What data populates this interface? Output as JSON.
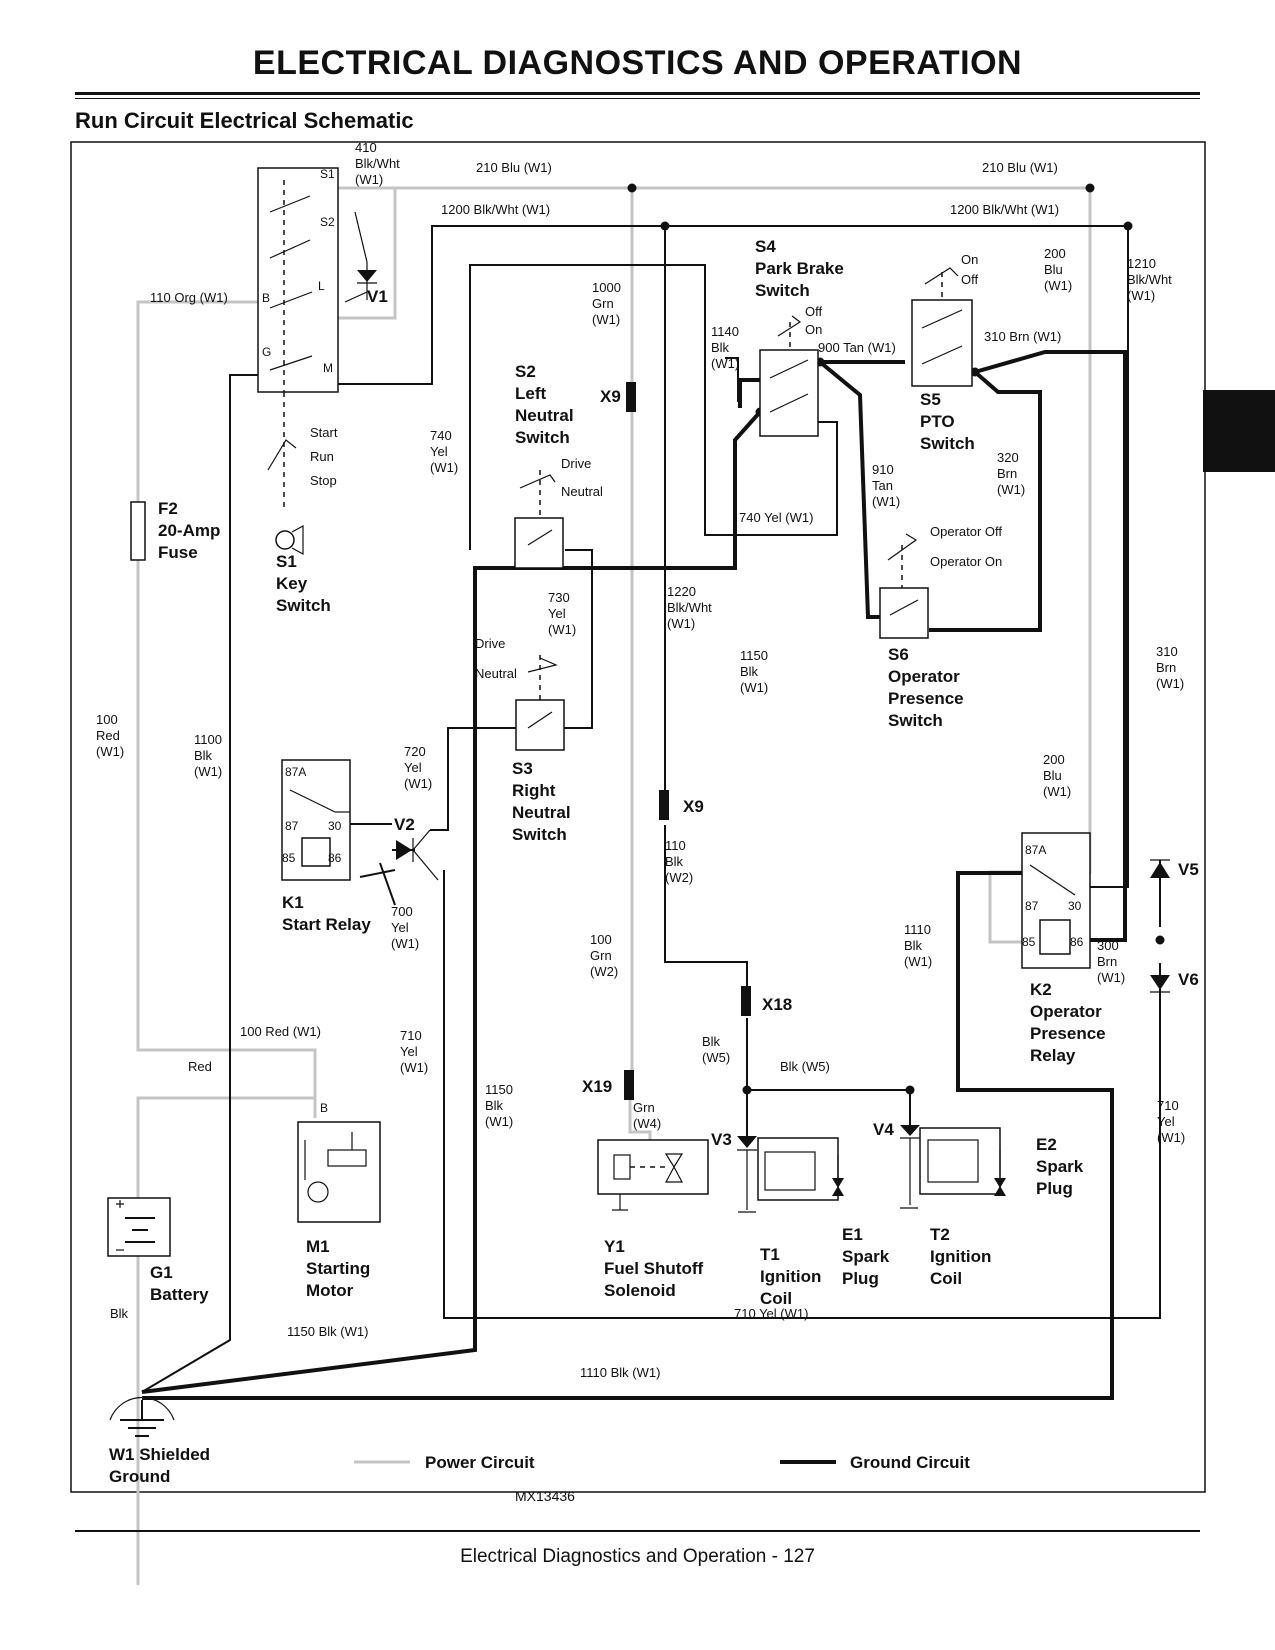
{
  "header": {
    "title": "ELECTRICAL   DIAGNOSTICS AND OPERATION",
    "section": "Run Circuit Electrical Schematic"
  },
  "footer": {
    "figure_id": "MX13436",
    "page": "Electrical   Diagnostics and Operation  - 127"
  },
  "legend": {
    "power": "Power Circuit",
    "ground": "Ground Circuit"
  },
  "components": [
    {
      "ref": "S1",
      "lines": [
        "S1",
        "Key",
        "Switch"
      ]
    },
    {
      "ref": "F2",
      "lines": [
        "F2",
        "20-Amp",
        "Fuse"
      ]
    },
    {
      "ref": "V1",
      "lines": [
        "V1"
      ]
    },
    {
      "ref": "S2",
      "lines": [
        "S2",
        "Left",
        "Neutral",
        "Switch"
      ]
    },
    {
      "ref": "S3",
      "lines": [
        "S3",
        "Right",
        "Neutral",
        "Switch"
      ]
    },
    {
      "ref": "S4",
      "lines": [
        "S4",
        "Park Brake",
        "Switch"
      ]
    },
    {
      "ref": "S5",
      "lines": [
        "S5",
        "PTO",
        "Switch"
      ]
    },
    {
      "ref": "S6",
      "lines": [
        "S6",
        "Operator",
        "Presence",
        "Switch"
      ]
    },
    {
      "ref": "K1",
      "lines": [
        "K1",
        "Start Relay"
      ]
    },
    {
      "ref": "V2",
      "lines": [
        "V2"
      ]
    },
    {
      "ref": "K2",
      "lines": [
        "K2",
        "Operator",
        "Presence",
        "Relay"
      ]
    },
    {
      "ref": "V5",
      "lines": [
        "V5"
      ]
    },
    {
      "ref": "V6",
      "lines": [
        "V6"
      ]
    },
    {
      "ref": "G1",
      "lines": [
        "G1",
        "Battery"
      ]
    },
    {
      "ref": "M1",
      "lines": [
        "M1",
        "Starting",
        "Motor"
      ]
    },
    {
      "ref": "Y1",
      "lines": [
        "Y1",
        "Fuel Shutoff",
        "Solenoid"
      ]
    },
    {
      "ref": "V3",
      "lines": [
        "V3"
      ]
    },
    {
      "ref": "T1",
      "lines": [
        "T1",
        "Ignition",
        "Coil"
      ]
    },
    {
      "ref": "E1",
      "lines": [
        "E1",
        "Spark",
        "Plug"
      ]
    },
    {
      "ref": "V4",
      "lines": [
        "V4"
      ]
    },
    {
      "ref": "T2",
      "lines": [
        "T2",
        "Ignition",
        "Coil"
      ]
    },
    {
      "ref": "E2",
      "lines": [
        "E2",
        "Spark",
        "Plug"
      ]
    },
    {
      "ref": "W1",
      "lines": [
        "W1 Shielded",
        "Ground"
      ]
    },
    {
      "ref": "X9a",
      "lines": [
        "X9"
      ]
    },
    {
      "ref": "X9b",
      "lines": [
        "X9"
      ]
    },
    {
      "ref": "X18",
      "lines": [
        "X18"
      ]
    },
    {
      "ref": "X19",
      "lines": [
        "X19"
      ]
    }
  ],
  "switch_states": {
    "key": [
      "Start",
      "Run",
      "Stop"
    ],
    "left_neutral": [
      "Drive",
      "Neutral"
    ],
    "right_neutral": [
      "Drive",
      "Neutral"
    ],
    "park_brake": [
      "Off",
      "On"
    ],
    "pto": [
      "On",
      "Off"
    ],
    "operator": [
      "Operator Off",
      "Operator On"
    ]
  },
  "terminals": {
    "key": [
      "S1",
      "S2",
      "B",
      "L",
      "G",
      "M"
    ],
    "k1": [
      "87A",
      "87",
      "30",
      "85",
      "86"
    ],
    "k2": [
      "87A",
      "87",
      "30",
      "85",
      "86"
    ],
    "motor": [
      "B"
    ]
  },
  "wires": [
    {
      "id": "w410",
      "lines": [
        "410",
        "Blk/Wht",
        "(W1)"
      ]
    },
    {
      "id": "w210a",
      "lines": [
        "210 Blu (W1)"
      ]
    },
    {
      "id": "w210b",
      "lines": [
        "210 Blu (W1)"
      ]
    },
    {
      "id": "w1200a",
      "lines": [
        "1200 Blk/Wht (W1)"
      ]
    },
    {
      "id": "w1200b",
      "lines": [
        "1200 Blk/Wht (W1)"
      ]
    },
    {
      "id": "w110",
      "lines": [
        "110 Org (W1)"
      ]
    },
    {
      "id": "w1000",
      "lines": [
        "1000",
        "Grn",
        "(W1)"
      ]
    },
    {
      "id": "w200a",
      "lines": [
        "200",
        "Blu",
        "(W1)"
      ]
    },
    {
      "id": "w1210",
      "lines": [
        "1210",
        "Blk/Wht",
        "(W1)"
      ]
    },
    {
      "id": "w1140",
      "lines": [
        "1140",
        "Blk",
        "(W1)"
      ]
    },
    {
      "id": "w900",
      "lines": [
        "900 Tan (W1)"
      ]
    },
    {
      "id": "w310a",
      "lines": [
        "310 Brn (W1)"
      ]
    },
    {
      "id": "w740a",
      "lines": [
        "740",
        "Yel",
        "(W1)"
      ]
    },
    {
      "id": "w740b",
      "lines": [
        "740 Yel (W1)"
      ]
    },
    {
      "id": "w910",
      "lines": [
        "910",
        "Tan",
        "(W1)"
      ]
    },
    {
      "id": "w320",
      "lines": [
        "320",
        "Brn",
        "(W1)"
      ]
    },
    {
      "id": "w730",
      "lines": [
        "730",
        "Yel",
        "(W1)"
      ]
    },
    {
      "id": "w1220",
      "lines": [
        "1220",
        "Blk/Wht",
        "(W1)"
      ]
    },
    {
      "id": "w1150a",
      "lines": [
        "1150",
        "Blk",
        "(W1)"
      ]
    },
    {
      "id": "w310b",
      "lines": [
        "310",
        "Brn",
        "(W1)"
      ]
    },
    {
      "id": "w100a",
      "lines": [
        "100",
        "Red",
        "(W1)"
      ]
    },
    {
      "id": "w1100",
      "lines": [
        "1100",
        "Blk",
        "(W1)"
      ]
    },
    {
      "id": "w720",
      "lines": [
        "720",
        "Yel",
        "(W1)"
      ]
    },
    {
      "id": "w200b",
      "lines": [
        "200",
        "Blu",
        "(W1)"
      ]
    },
    {
      "id": "w110b",
      "lines": [
        "110",
        "Blk",
        "(W2)"
      ]
    },
    {
      "id": "w700",
      "lines": [
        "700",
        "Yel",
        "(W1)"
      ]
    },
    {
      "id": "w1110a",
      "lines": [
        "1110",
        "Blk",
        "(W1)"
      ]
    },
    {
      "id": "w300",
      "lines": [
        "300",
        "Brn",
        "(W1)"
      ]
    },
    {
      "id": "w100b",
      "lines": [
        "100",
        "Grn",
        "(W2)"
      ]
    },
    {
      "id": "w100c",
      "lines": [
        "100 Red (W1)"
      ]
    },
    {
      "id": "w710a",
      "lines": [
        "710",
        "Yel",
        "(W1)"
      ]
    },
    {
      "id": "wblk5a",
      "lines": [
        "Blk",
        "(W5)"
      ]
    },
    {
      "id": "wblk5b",
      "lines": [
        "Blk (W5)"
      ]
    },
    {
      "id": "wred",
      "lines": [
        "Red"
      ]
    },
    {
      "id": "w1150b",
      "lines": [
        "1150",
        "Blk",
        "(W1)"
      ]
    },
    {
      "id": "wgrn4",
      "lines": [
        "Grn",
        "(W4)"
      ]
    },
    {
      "id": "w710b",
      "lines": [
        "710",
        "Yel",
        "(W1)"
      ]
    },
    {
      "id": "wblk",
      "lines": [
        "Blk"
      ]
    },
    {
      "id": "w1150c",
      "lines": [
        "1150 Blk (W1)"
      ]
    },
    {
      "id": "w710c",
      "lines": [
        "710 Yel (W1)"
      ]
    },
    {
      "id": "w1110b",
      "lines": [
        "1110 Blk (W1)"
      ]
    }
  ]
}
